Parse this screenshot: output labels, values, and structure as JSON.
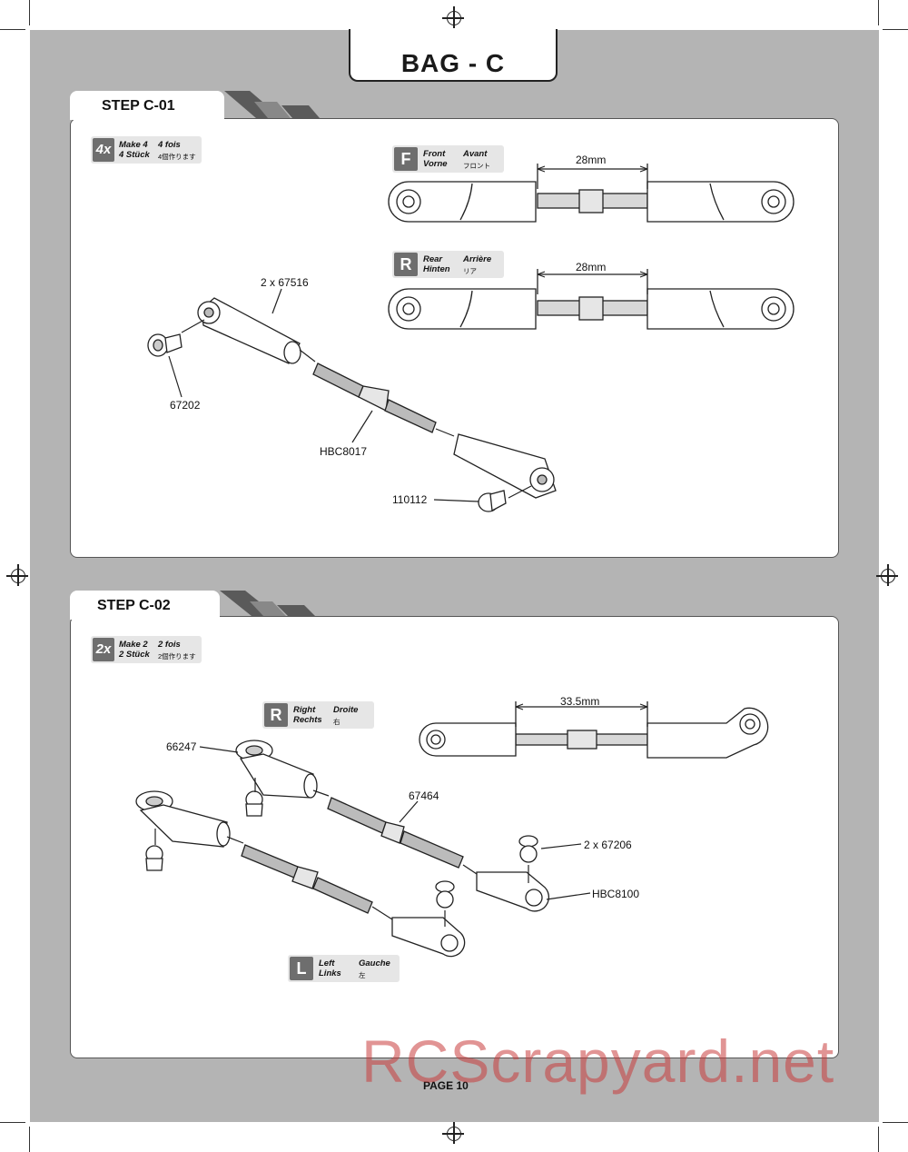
{
  "header": {
    "title": "BAG - C"
  },
  "step1": {
    "label": "STEP C-01",
    "make": {
      "count": "4x",
      "en": "Make 4",
      "fr": "4 fois",
      "de": "4 Stück",
      "jp": "4個作ります"
    },
    "front": {
      "letter": "F",
      "en": "Front",
      "fr": "Avant",
      "de": "Vorne",
      "jp": "フロント",
      "dimension": "28mm"
    },
    "rear": {
      "letter": "R",
      "en": "Rear",
      "fr": "Arrière",
      "de": "Hinten",
      "jp": "リア",
      "dimension": "28mm"
    },
    "parts": {
      "rod_end": "2 x 67516",
      "ball": "67202",
      "turnbuckle": "HBC8017",
      "ball2": "110112"
    }
  },
  "step2": {
    "label": "STEP C-02",
    "make": {
      "count": "2x",
      "en": "Make 2",
      "fr": "2 fois",
      "de": "2 Stück",
      "jp": "2個作ります"
    },
    "right": {
      "letter": "R",
      "en": "Right",
      "fr": "Droite",
      "de": "Rechts",
      "jp": "右",
      "dimension": "33.5mm"
    },
    "left": {
      "letter": "L",
      "en": "Left",
      "fr": "Gauche",
      "de": "Links",
      "jp": "左"
    },
    "parts": {
      "rod_end": "66247",
      "turnbuckle": "67464",
      "ball": "2 x 67206",
      "rod_end2": "HBC8100"
    }
  },
  "footer": {
    "page": "PAGE 10",
    "watermark": "RCScrapyard.net"
  }
}
